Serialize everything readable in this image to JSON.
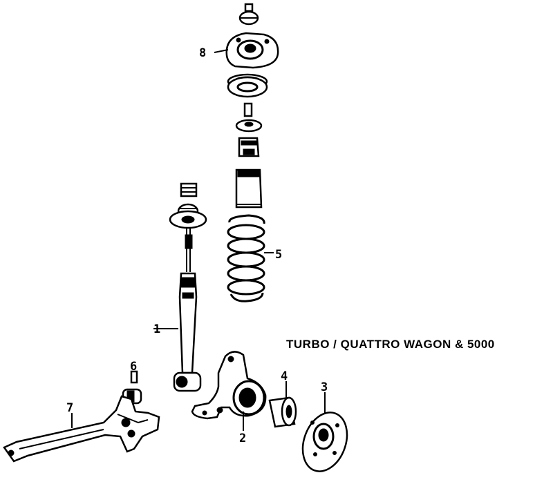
{
  "caption": "TURBO / QUATTRO WAGON & 5000",
  "callouts": {
    "c1": "1",
    "c2": "2",
    "c3": "3",
    "c4": "4",
    "c5": "5",
    "c6": "6",
    "c7": "7",
    "c8": "8"
  },
  "colors": {
    "ink": "#000000",
    "paper": "#ffffff"
  }
}
